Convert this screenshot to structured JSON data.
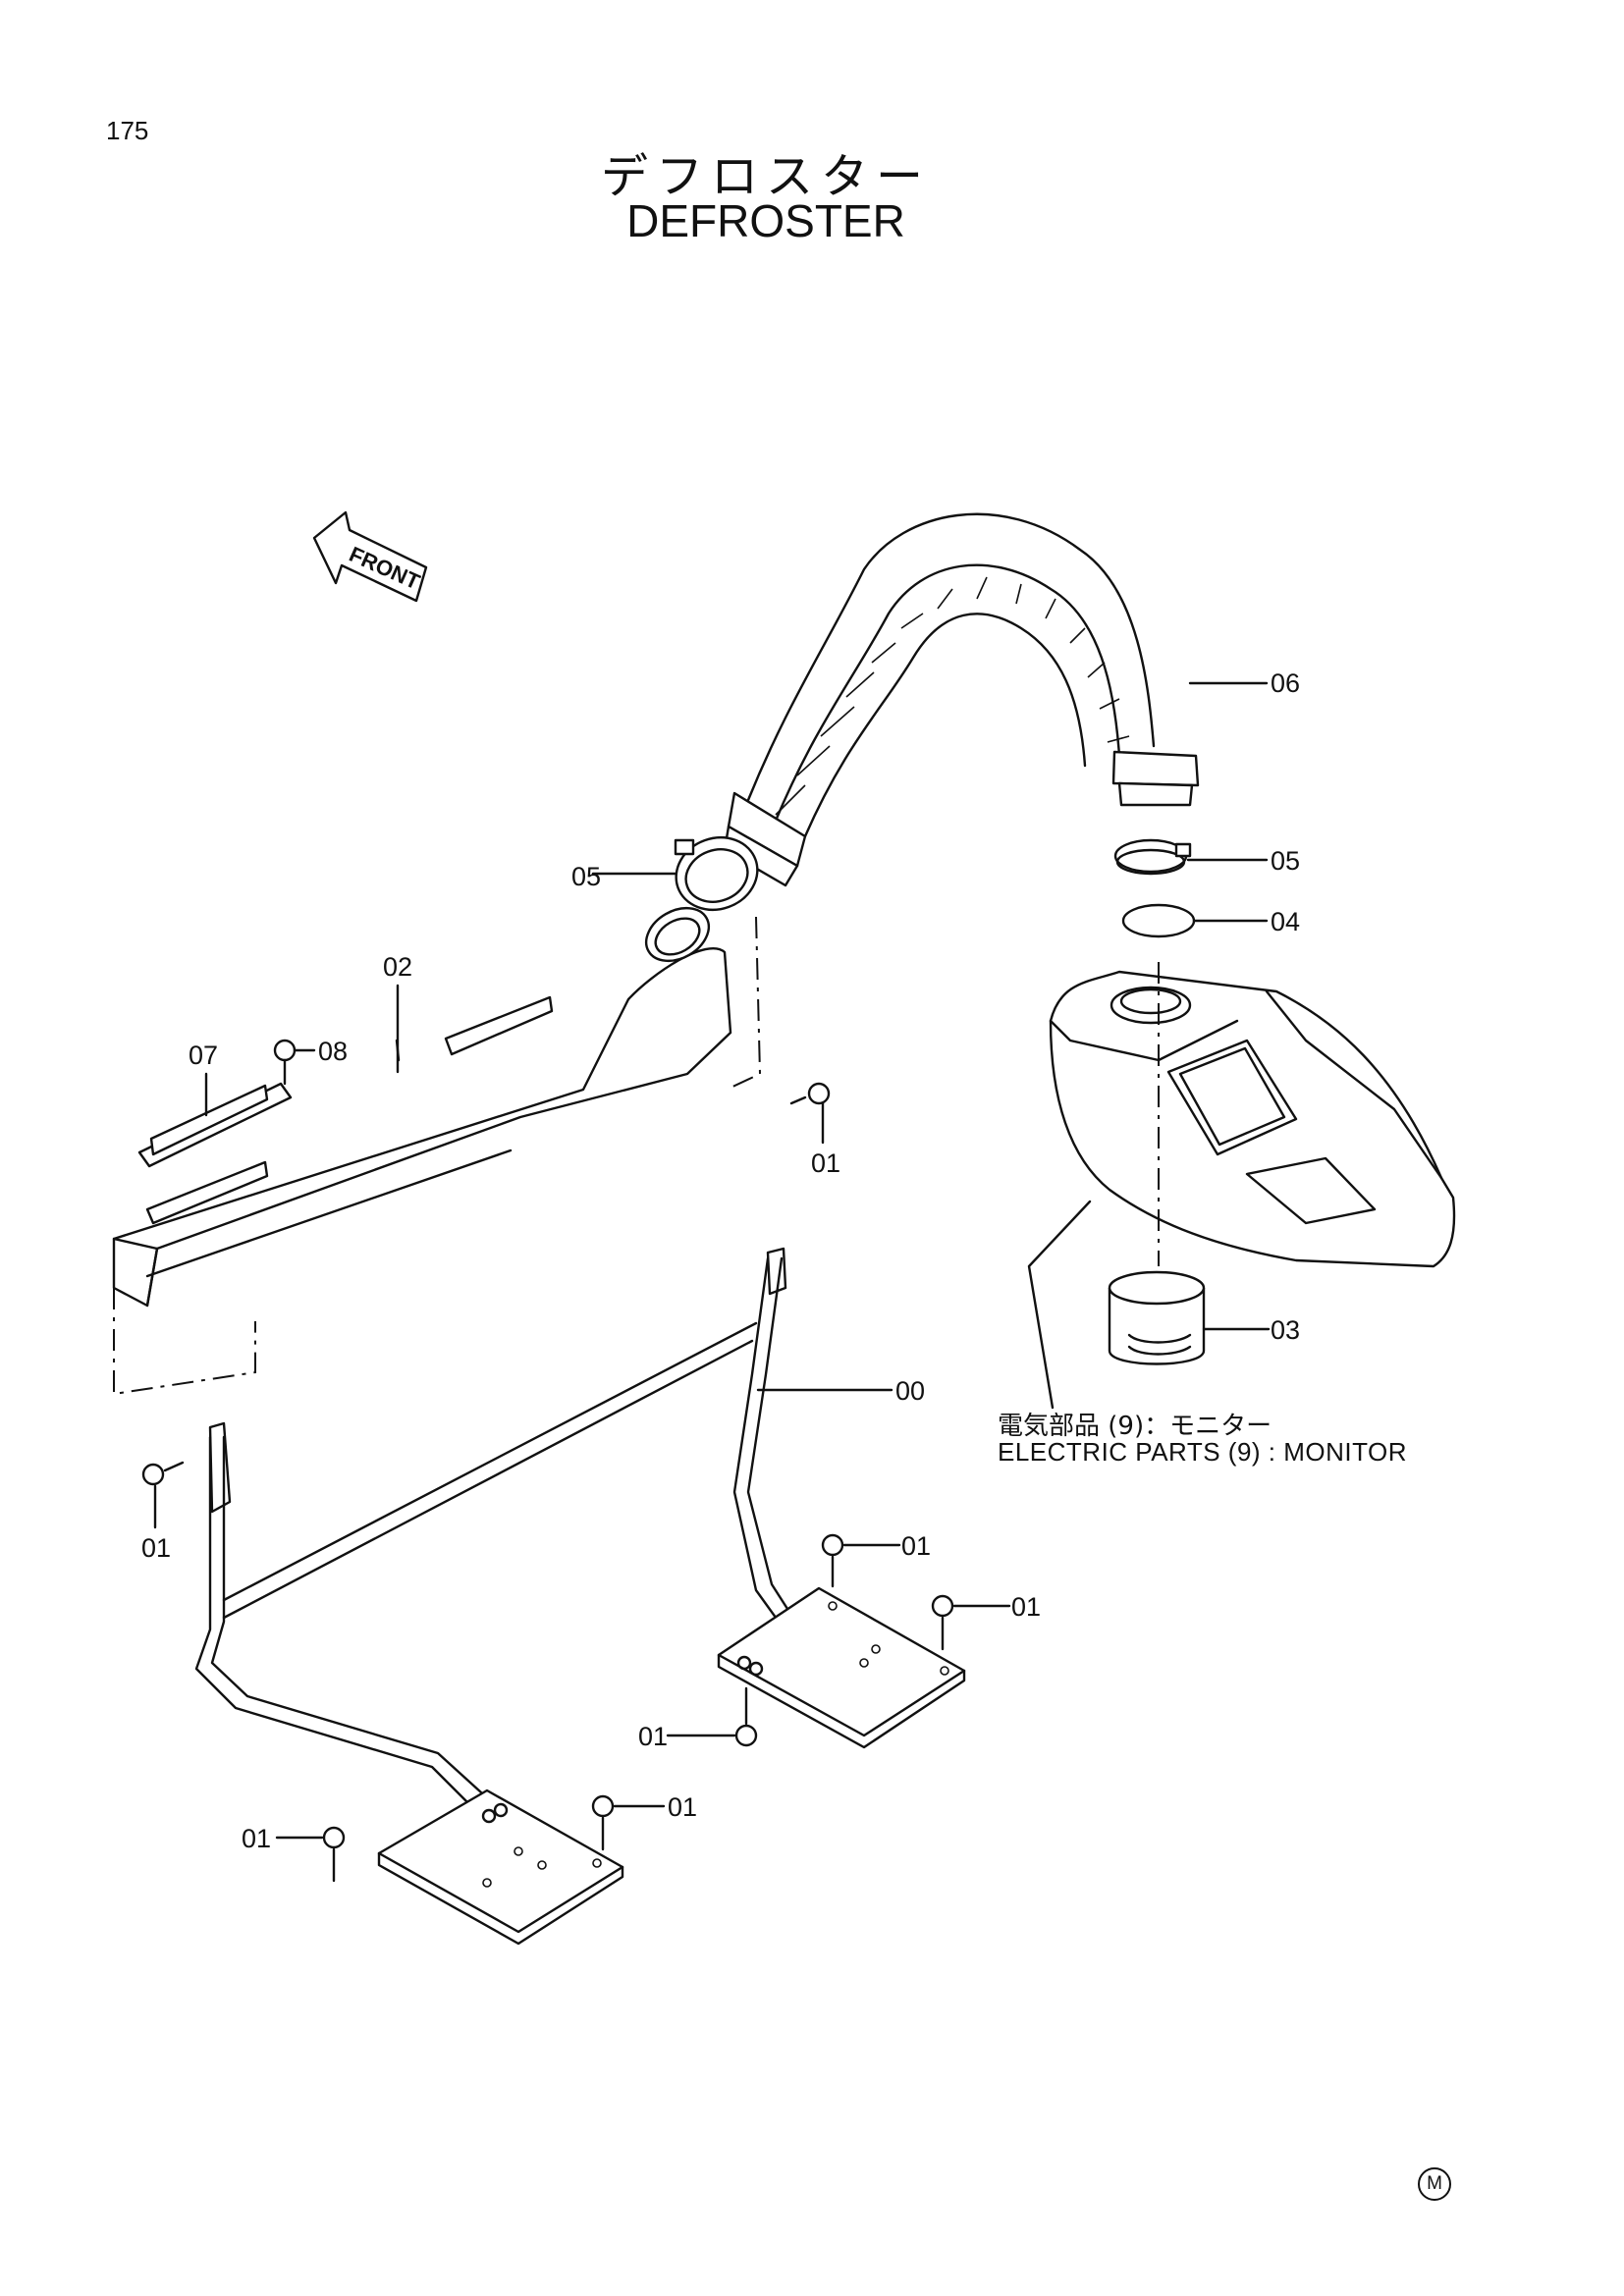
{
  "page_number": "175",
  "title_jp": "デフロスター",
  "title_en": "DEFROSTER",
  "front_arrow": "FRONT",
  "note_jp": "電気部品 (9)：モニター",
  "note_en": "ELECTRIC PARTS (9) : MONITOR",
  "corner_mark": "M",
  "labels": {
    "p00": "00",
    "p01": "01",
    "p02": "02",
    "p03": "03",
    "p04": "04",
    "p05": "05",
    "p06": "06",
    "p07": "07",
    "p08": "08"
  }
}
